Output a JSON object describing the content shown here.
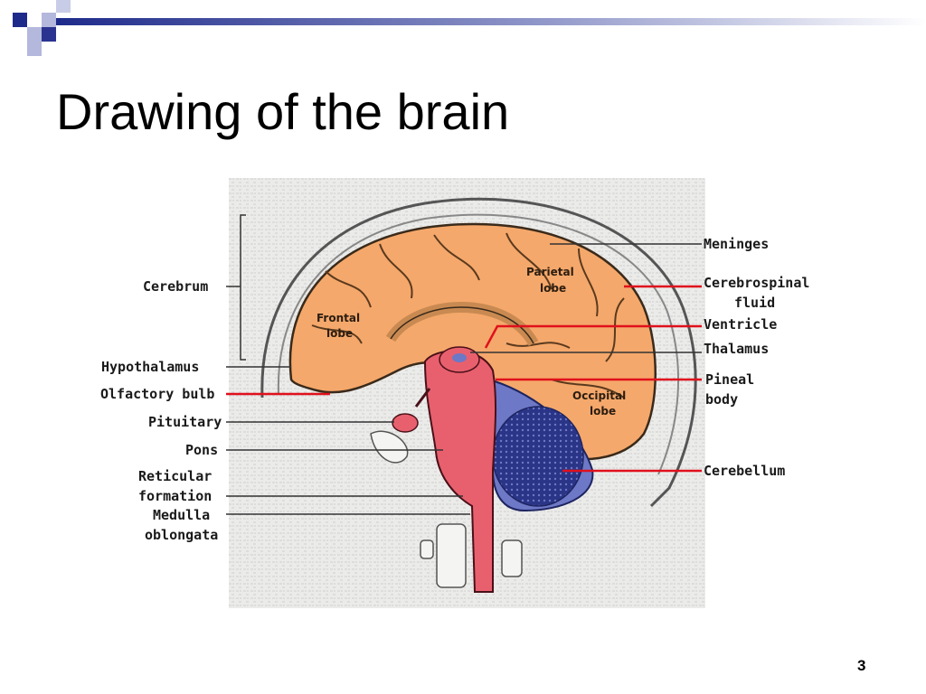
{
  "slide": {
    "title": "Drawing of the brain",
    "page_number": "3"
  },
  "diagram": {
    "left_labels": {
      "cerebrum": "Cerebrum",
      "hypothalamus": "Hypothalamus",
      "olfactory_bulb": "Olfactory bulb",
      "pituitary": "Pituitary",
      "pons": "Pons",
      "reticular_formation_1": "Reticular",
      "reticular_formation_2": "formation",
      "medulla_oblongata_1": "Medulla",
      "medulla_oblongata_2": "oblongata"
    },
    "right_labels": {
      "meninges": "Meninges",
      "cerebrospinal_fluid_1": "Cerebrospinal",
      "cerebrospinal_fluid_2": "fluid",
      "ventricle": "Ventricle",
      "thalamus": "Thalamus",
      "pineal_body_1": "Pineal",
      "pineal_body_2": "body",
      "cerebellum": "Cerebellum"
    },
    "inner_labels": {
      "frontal_1": "Frontal",
      "frontal_2": "lobe",
      "parietal_1": "Parietal",
      "parietal_2": "lobe",
      "occipital_1": "Occipital",
      "occipital_2": "lobe"
    },
    "colors": {
      "cerebrum": "#f5a86b",
      "brainstem": "#e8606e",
      "cerebellum": "#6d78c6",
      "leader_highlight": "#e0101c",
      "leader_normal": "#333333",
      "background": "#ebebea"
    }
  }
}
